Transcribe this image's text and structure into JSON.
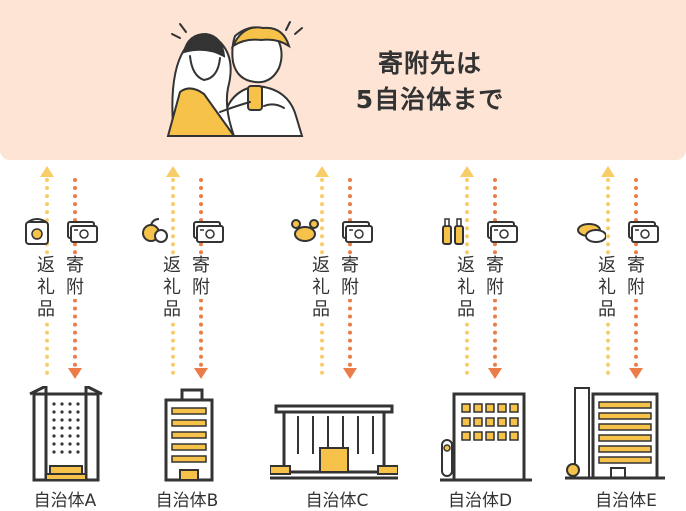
{
  "headline": {
    "line1": "寄附先は",
    "line2": "5自治体まで"
  },
  "colors": {
    "banner": "#fde4d5",
    "gift_arrow": "#f8cd68",
    "donation_arrow": "#ec7d48",
    "accent": "#f7c24a",
    "line": "#333333"
  },
  "labels": {
    "gift": [
      "返",
      "礼",
      "品"
    ],
    "donation": [
      "寄",
      "附"
    ]
  },
  "flows": [
    {
      "city": "自治体A",
      "gift_icon": "rice-bag-icon",
      "donation_icon": "money-stack-icon",
      "building_icon": "tall-office-building-icon"
    },
    {
      "city": "自治体B",
      "gift_icon": "fruit-icon",
      "donation_icon": "money-stack-icon",
      "building_icon": "apartment-building-icon"
    },
    {
      "city": "自治体C",
      "gift_icon": "crab-icon",
      "donation_icon": "money-stack-icon",
      "building_icon": "city-hall-icon"
    },
    {
      "city": "自治体D",
      "gift_icon": "bottles-icon",
      "donation_icon": "money-stack-icon",
      "building_icon": "office-building-icon"
    },
    {
      "city": "自治体E",
      "gift_icon": "scallop-icon",
      "donation_icon": "money-stack-icon",
      "building_icon": "multi-story-building-icon"
    }
  ]
}
